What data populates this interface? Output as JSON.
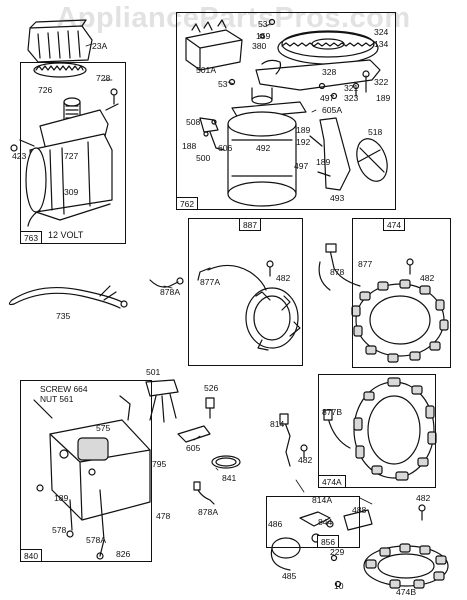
{
  "watermark": "AppliancePartsPros.com",
  "colors": {
    "ink": "#111111",
    "paper": "#ffffff",
    "fill": "#d9d9d9",
    "watermark": "#969696"
  },
  "boxes": {
    "b763": {
      "id": "763",
      "caption": "12 VOLT"
    },
    "b762": {
      "id": "762"
    },
    "b887": {
      "id": "887"
    },
    "b474": {
      "id": "474"
    },
    "b840": {
      "id": "840"
    },
    "b474a": {
      "id": "474A"
    },
    "b856": {
      "id": "856"
    }
  },
  "screw_note": {
    "line1": "SCREW 664",
    "line2": "NUT 561"
  },
  "labels": {
    "p23a": "23A",
    "p726": "726",
    "p728": "728",
    "p423": "423",
    "p727": "727",
    "p309": "309",
    "p53a": "53",
    "p169": "169",
    "p380": "380",
    "p501a": "501A",
    "p53b": "53",
    "p328": "328",
    "p324": "324",
    "p134": "134",
    "p322": "322",
    "p321": "321",
    "p323": "323",
    "p189a": "189",
    "p497a": "497",
    "p605a": "605A",
    "p508": "508",
    "p188": "188",
    "p500": "500",
    "p606": "606",
    "p492": "492",
    "p189b": "189",
    "p192": "192",
    "p518": "518",
    "p497b": "497",
    "p189c": "189",
    "p493": "493",
    "p482a": "482",
    "p877a": "877A",
    "p878a": "878A",
    "p735": "735",
    "p878": "878",
    "p877": "877",
    "p482b": "482",
    "p501": "501",
    "p526": "526",
    "p605": "605",
    "p841": "841",
    "p878a2": "878A",
    "p575": "575",
    "p795": "795",
    "p189d": "189",
    "p478": "478",
    "p578": "578",
    "p578a": "578A",
    "p826": "826",
    "p814": "814",
    "p482c": "482",
    "p877b": "877B",
    "p814a": "814A",
    "p482d": "482",
    "p488": "488",
    "p486": "486",
    "p844": "844",
    "p229": "229",
    "p10": "10",
    "p485": "485",
    "p474b": "474B"
  }
}
